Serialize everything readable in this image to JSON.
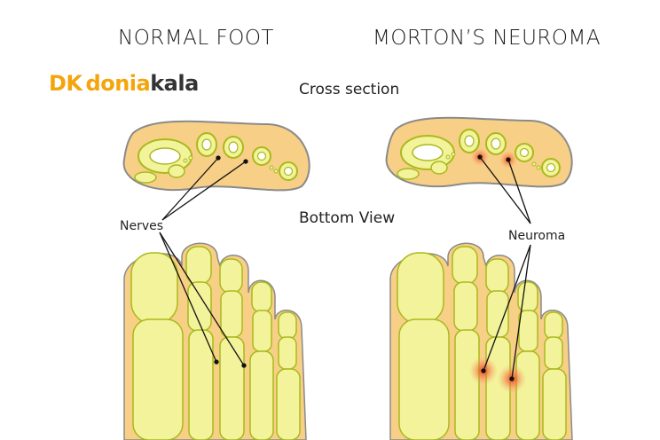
{
  "titles": {
    "normal": "NORMAL FOOT",
    "morton": "MORTON’S NEUROMA"
  },
  "subtitles": {
    "cross_section": "Cross section",
    "bottom_view": "Bottom View"
  },
  "labels": {
    "nerves": "Nerves",
    "neuroma": "Neuroma"
  },
  "logo": {
    "mark": "DK",
    "part1": "donia",
    "part2": "kala"
  },
  "colors": {
    "skin": "#f8cf86",
    "skin_edge": "#8a8a8a",
    "bone": "#f2f39a",
    "bone_edge": "#a9b91c",
    "neuroma": "#e8401c",
    "logo_orange": "#f4a50c",
    "logo_dark": "#333333"
  }
}
